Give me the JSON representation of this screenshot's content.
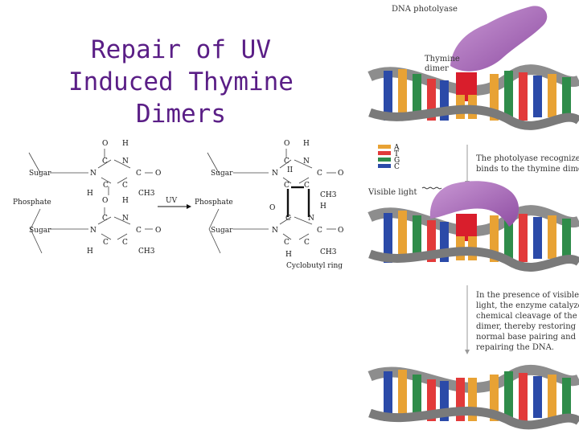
{
  "slide": {
    "title_lines": [
      "Repair of UV",
      "Induced Thymine",
      "Dimers"
    ]
  },
  "chemistry": {
    "labels": {
      "sugar": "Sugar",
      "phosphate": "Phosphate",
      "uv": "UV",
      "cyclobutyl": "Cyclobutyl ring"
    },
    "atoms": {
      "o": "O",
      "h": "H",
      "n": "N",
      "c": "C",
      "ch3": "CH3",
      "i": "II"
    }
  },
  "repair_figure": {
    "enzyme_label": "DNA photolyase",
    "dimer_label_lines": [
      "Thymine",
      "dimer"
    ],
    "legend": [
      "A",
      "T",
      "G",
      "C"
    ],
    "step1_lines": [
      "The photolyase recognizes and",
      "binds to the thymine dimer."
    ],
    "light_label": "Visible light",
    "step2_lines": [
      "In the presence of visible",
      "light, the enzyme catalyzes",
      "chemical cleavage of the",
      "dimer, thereby restoring",
      "normal base pairing and",
      "repairing the DNA."
    ]
  },
  "colors": {
    "title": "#5a1e86",
    "enzyme": "#a868b8",
    "adenine": "#e8a234",
    "thymine": "#e23a3a",
    "guanine": "#2f8c4a",
    "cytosine": "#2b4aa8",
    "backbone": "#8d8d8d"
  }
}
